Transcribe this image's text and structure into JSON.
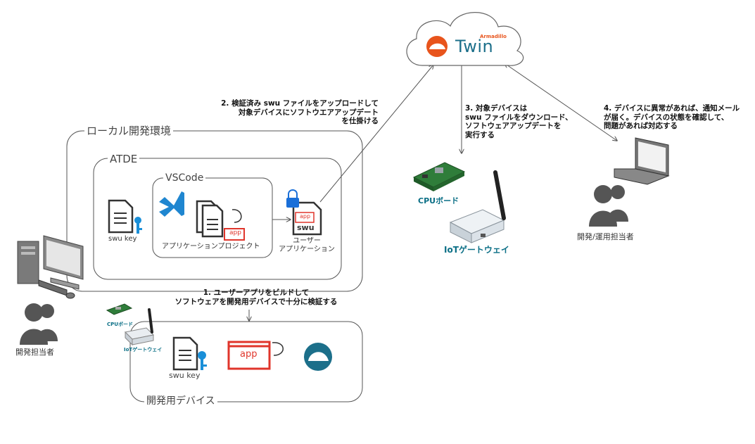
{
  "cloud": {
    "brand_small": "Armadillo",
    "brand": "Twin"
  },
  "groups": {
    "local": "ローカル開発環境",
    "atde": "ATDE",
    "vscode": "VSCode",
    "device": "開発用デバイス"
  },
  "steps": {
    "step1": [
      "1. ユーザーアプリをビルドして",
      "ソフトウェアを開発用デバイスで十分に検証する"
    ],
    "step2": [
      "2. 検証済み swu ファイルをアップロードして",
      "対象デバイスにソフトウエアアップデート",
      "を仕掛ける"
    ],
    "step3": [
      "3. 対象デバイスは",
      "swu ファイルをダウンロード、",
      "ソフトウェアアップデートを",
      "実行する"
    ],
    "step4": [
      "4. デバイスに異常があれば、通知メール",
      "が届く。デバイスの状態を確認して、",
      "問題があれば対応する"
    ]
  },
  "atde_items": {
    "swu_key": "swu key",
    "app_project": "アプリケーションプロジェクト",
    "app_tag": "app",
    "swu_tag": "swu",
    "swu_app_tag": "app",
    "user_app": [
      "ユーザー",
      "アプリケーション"
    ]
  },
  "device_items": {
    "cpu_board": "CPUボード",
    "iot_gateway": "IoTゲートウェイ",
    "swu_key": "swu key",
    "app_tag": "app"
  },
  "target": {
    "cpu_board": "CPUボード",
    "iot_gateway": "IoTゲートウェイ"
  },
  "people": {
    "developer": "開発担当者",
    "operator": "開発/運用担当者"
  },
  "colors": {
    "line": "#555555",
    "group_border": "#555555",
    "app_red": "#e0352b",
    "teal": "#0b6f86",
    "brand_teal": "#1c6f8a",
    "brand_orange": "#e8541c",
    "person_gray": "#555555",
    "vscode_blue": "#1f86d0",
    "key_blue": "#1a8fd8"
  },
  "icons": [
    "cloud-icon",
    "armadillo-logo-icon",
    "desktop-computer-icon",
    "person-icon",
    "document-icon",
    "key-icon",
    "vscode-icon",
    "lock-icon",
    "cpu-board-icon",
    "gateway-icon",
    "laptop-icon"
  ]
}
